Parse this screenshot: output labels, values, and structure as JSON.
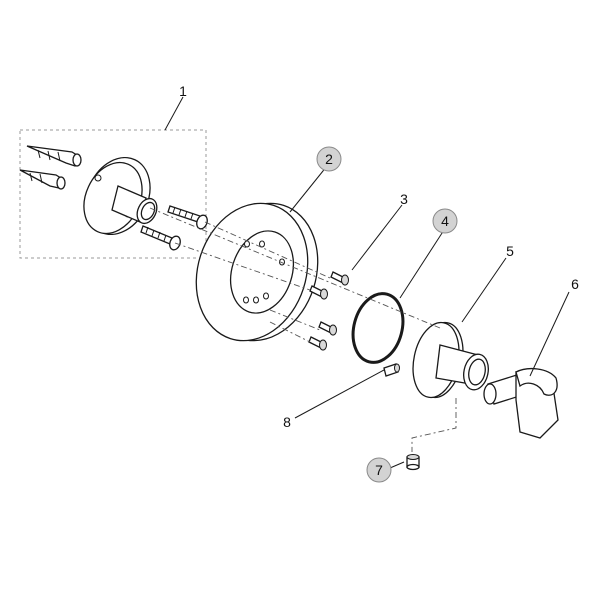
{
  "callouts": [
    {
      "id": "1",
      "label": "1",
      "circled": false
    },
    {
      "id": "2",
      "label": "2",
      "circled": true
    },
    {
      "id": "3",
      "label": "3",
      "circled": false
    },
    {
      "id": "4",
      "label": "4",
      "circled": true
    },
    {
      "id": "5",
      "label": "5",
      "circled": false
    },
    {
      "id": "6",
      "label": "6",
      "circled": false
    },
    {
      "id": "7",
      "label": "7",
      "circled": true
    },
    {
      "id": "8",
      "label": "8",
      "circled": false
    }
  ],
  "colors": {
    "line": "#1a1a1a",
    "callout_fill": "#d3d3d3",
    "background": "#ffffff"
  }
}
